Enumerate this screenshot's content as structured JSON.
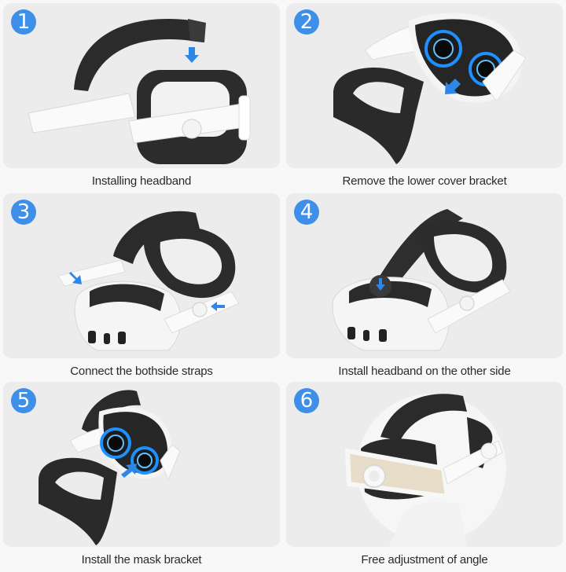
{
  "colors": {
    "page_background": "#f8f8f8",
    "panel_background": "#ececec",
    "badge_blue": "#3e8fe8",
    "arrow_blue": "#2d86e8",
    "caption_text": "#2a2a2a"
  },
  "steps": [
    {
      "number": "1",
      "caption": "Installing headband",
      "icon": "headband-install-arrow-down"
    },
    {
      "number": "2",
      "caption": "Remove the lower cover bracket",
      "icon": "cover-bracket-arrow"
    },
    {
      "number": "3",
      "caption": "Connect the bothside straps",
      "icon": "side-strap-arrows"
    },
    {
      "number": "4",
      "caption": "Install headband on the other side",
      "icon": "headband-arrow-down"
    },
    {
      "number": "5",
      "caption": "Install the mask bracket",
      "icon": "mask-bracket-arrow"
    },
    {
      "number": "6",
      "caption": "Free adjustment of angle",
      "icon": "head-strap-dial"
    }
  ]
}
